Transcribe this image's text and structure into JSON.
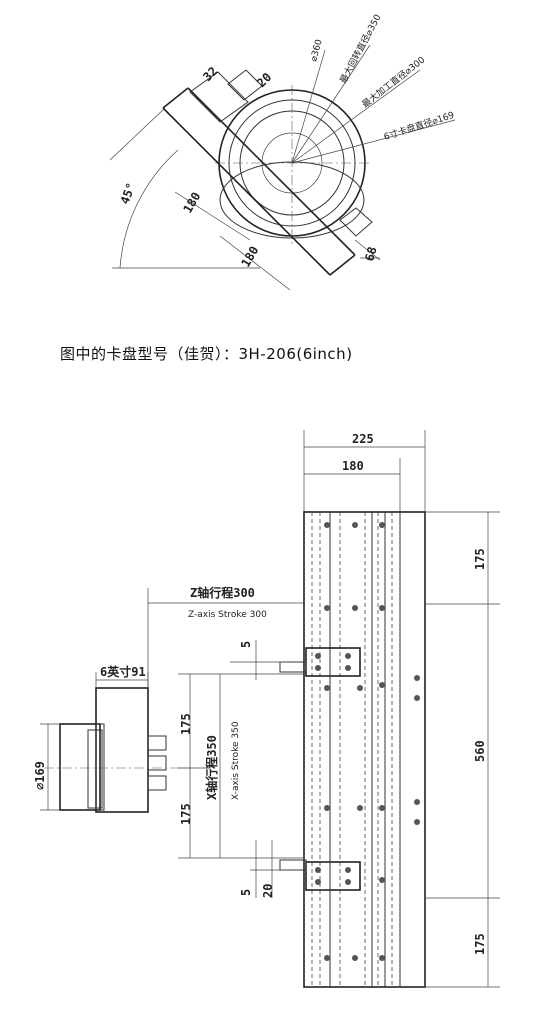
{
  "top_view": {
    "dims": {
      "d32": "32",
      "d20": "20",
      "d360": "⌀360",
      "max_swing": "最大回转直径⌀350",
      "max_machining": "最大加工直径⌀300",
      "chuck_dia": "6寸卡盘直径⌀169",
      "angle": "45°",
      "d180a": "180",
      "d180b": "180",
      "d68": "68"
    }
  },
  "caption": "图中的卡盘型号（佳贺）：3H-206(6inch)",
  "side_view": {
    "dims": {
      "d225": "225",
      "d180": "180",
      "d175_top": "175",
      "d560": "560",
      "d175_bottom": "175",
      "z_stroke_cn": "Z轴行程300",
      "z_stroke_en": "Z-axis Stroke 300",
      "chuck_6in": "6英寸91",
      "d5_top": "5",
      "d175_x1": "175",
      "d175_x2": "175",
      "x_stroke_cn": "X轴行程350",
      "x_stroke_en": "X-axis Stroke 350",
      "d169": "⌀169",
      "d5_bottom": "5",
      "d20": "20"
    }
  }
}
